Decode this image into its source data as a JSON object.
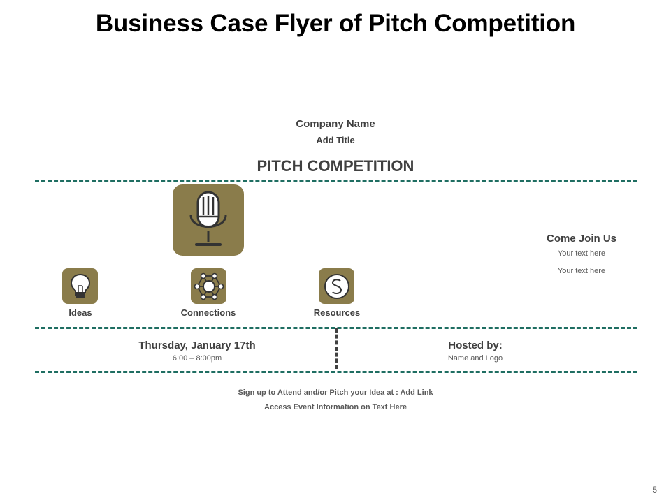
{
  "slide": {
    "title": "Business Case Flyer of Pitch Competition",
    "page_number": "5"
  },
  "flyer": {
    "company_name": "Company Name",
    "subtitle": "Add Title",
    "heading": "PITCH COMPETITION",
    "main_icon": "microphone-icon",
    "features": [
      {
        "label": "Ideas",
        "icon": "lightbulb-icon"
      },
      {
        "label": "Connections",
        "icon": "network-icon"
      },
      {
        "label": "Resources",
        "icon": "dollar-coin-icon"
      }
    ],
    "join": {
      "title": "Come Join Us",
      "lines": [
        "Your text here",
        "Your text here"
      ]
    },
    "event": {
      "date": "Thursday, January 17th",
      "time": "6:00 – 8:00pm"
    },
    "host": {
      "title": "Hosted by:",
      "name": "Name and Logo"
    },
    "footer": {
      "signup": "Sign up to Attend and/or Pitch your Idea at : Add Link",
      "info": "Access Event Information on Text Here"
    }
  },
  "colors": {
    "icon_background": "#8a7c4b",
    "dash_line": "#1f6e62",
    "text_dark": "#404040"
  }
}
